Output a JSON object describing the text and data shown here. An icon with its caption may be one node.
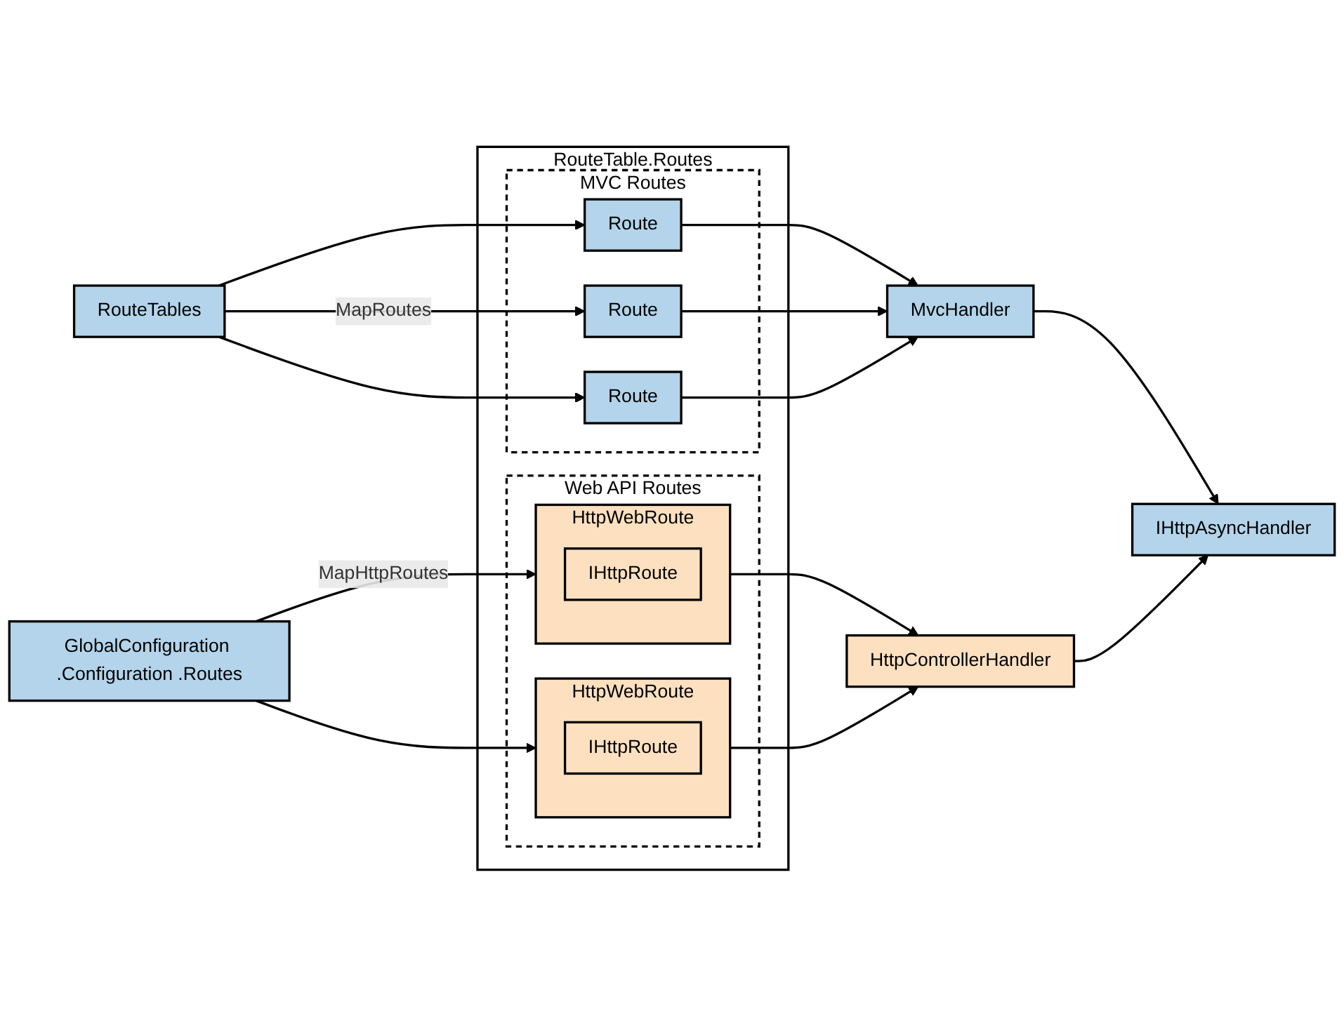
{
  "diagram": {
    "nodes": [
      {
        "text": [
          "RouteTable.Routes"
        ]
      },
      {
        "text": [
          "MVC Routes"
        ],
        "in": 0
      },
      {
        "text": [
          "Route"
        ],
        "in": 1
      },
      {
        "text": [
          "Route"
        ],
        "in": 1
      },
      {
        "text": [
          "Route"
        ],
        "in": 1
      },
      {
        "text": [
          "Web API Routes"
        ],
        "in": 0
      },
      {
        "text": [
          "HttpWebRoute"
        ],
        "in": 5
      },
      {
        "text": [
          "IHttpRoute"
        ],
        "in": 6
      },
      {
        "text": [
          "HttpWebRoute"
        ],
        "in": 5
      },
      {
        "text": [
          "IHttpRoute"
        ],
        "in": 8
      },
      {
        "text": [
          "RouteTables"
        ]
      },
      {
        "text": [
          "GlobalConfiguration .Configuration .Routes"
        ]
      },
      {
        "text": [
          "MvcHandler"
        ]
      },
      {
        "text": [
          "IHttpAsyncHandler"
        ]
      },
      {
        "text": [
          "HttpControllerHandler"
        ]
      }
    ],
    "edges": [
      {
        "from": 10,
        "to": 2,
        "arrow": "to"
      },
      {
        "from": 10,
        "to": 3,
        "arrow": "to",
        "label": "MapRoutes"
      },
      {
        "from": 10,
        "to": 4,
        "arrow": "to"
      },
      {
        "from": 11,
        "to": 6,
        "arrow": "to",
        "label": "MapHttpRoutes"
      },
      {
        "from": 11,
        "to": 8,
        "arrow": "to"
      },
      {
        "from": 2,
        "to": 12,
        "arrow": "to"
      },
      {
        "from": 3,
        "to": 12,
        "arrow": "to"
      },
      {
        "from": 4,
        "to": 12,
        "arrow": "to"
      },
      {
        "from": 6,
        "to": 14,
        "arrow": "to"
      },
      {
        "from": 8,
        "to": 14,
        "arrow": "to"
      },
      {
        "from": 12,
        "to": 13,
        "arrow": "to"
      },
      {
        "from": 14,
        "to": 13,
        "arrow": "to"
      }
    ]
  }
}
